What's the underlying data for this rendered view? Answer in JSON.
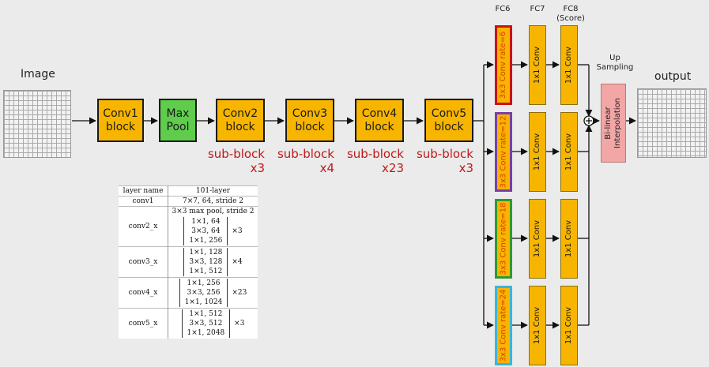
{
  "image_label": "Image",
  "output_label": "output",
  "blocks": [
    {
      "label": "Conv1\nblock",
      "sub": ""
    },
    {
      "label": "Max\nPool",
      "sub": ""
    },
    {
      "label": "Conv2\nblock",
      "sub": "sub-block\nx3"
    },
    {
      "label": "Conv3\nblock",
      "sub": "sub-block\nx4"
    },
    {
      "label": "Conv4\nblock",
      "sub": "sub-block\nx23"
    },
    {
      "label": "Conv5\nblock",
      "sub": "sub-block\nx3"
    }
  ],
  "fc_heads": {
    "fc6": "FC6",
    "fc7": "FC7",
    "fc8": "FC8\n(Score)"
  },
  "branches": [
    {
      "fc6": "3x3 Conv rate=6",
      "fc7": "1x1 Conv",
      "fc8": "1x1 Conv",
      "border": "#cc1111"
    },
    {
      "fc6": "3x3 Conv rate=12",
      "fc7": "1x1 Conv",
      "fc8": "1x1 Conv",
      "border": "#7a3fa6"
    },
    {
      "fc6": "3x3 Conv rate=18",
      "fc7": "1x1 Conv",
      "fc8": "1x1 Conv",
      "border": "#2f9a2f"
    },
    {
      "fc6": "3x3 Conv rate=24",
      "fc7": "1x1 Conv",
      "fc8": "1x1 Conv",
      "border": "#3bb4d8"
    }
  ],
  "upsampling_label": "Up\nSampling",
  "interp_label": "Bi-linear\nInterpolation",
  "colors": {
    "conv": "#f7b500",
    "pool": "#5fcc4c",
    "interp": "#f3a6a6",
    "subblock_text": "#c01818"
  },
  "table": {
    "header": [
      "layer name",
      "101-layer"
    ],
    "conv1": {
      "name": "conv1",
      "value": "7×7, 64, stride 2"
    },
    "pool": "3×3 max pool, stride 2",
    "stages": [
      {
        "name": "conv2_x",
        "lines": [
          "1×1, 64",
          "3×3, 64",
          "1×1, 256"
        ],
        "mult": "×3"
      },
      {
        "name": "conv3_x",
        "lines": [
          "1×1, 128",
          "3×3, 128",
          "1×1, 512"
        ],
        "mult": "×4"
      },
      {
        "name": "conv4_x",
        "lines": [
          "1×1, 256",
          "3×3, 256",
          "1×1, 1024"
        ],
        "mult": "×23"
      },
      {
        "name": "conv5_x",
        "lines": [
          "1×1, 512",
          "3×3, 512",
          "1×1, 2048"
        ],
        "mult": "×3"
      }
    ]
  }
}
